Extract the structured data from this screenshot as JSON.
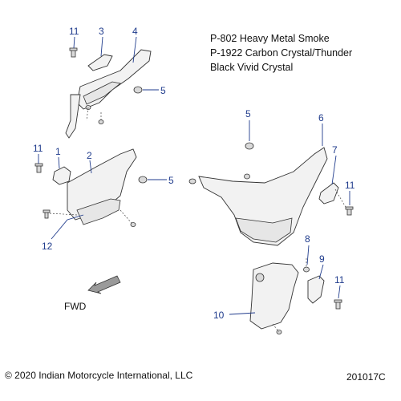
{
  "notes": {
    "line1": "P-802 Heavy Metal Smoke",
    "line2": "P-1922 Carbon Crystal/Thunder",
    "line3": "Black Vivid Crystal"
  },
  "callouts": {
    "n11_a": "11",
    "n3": "3",
    "n4": "4",
    "n5_a": "5",
    "n11_b": "11",
    "n1": "1",
    "n2": "2",
    "n5_b": "5",
    "n12": "12",
    "n5_c": "5",
    "n6": "6",
    "n7": "7",
    "n11_c": "11",
    "n8": "8",
    "n9": "9",
    "n11_d": "11",
    "n10": "10"
  },
  "direction_label": "FWD",
  "footer": {
    "copyright": "© 2020 Indian Motorcycle International, LLC",
    "figure_id": "201017C"
  },
  "colors": {
    "callout": "#1f3b8c",
    "line_art": "#333333",
    "part_fill": "#f2f2f2"
  }
}
